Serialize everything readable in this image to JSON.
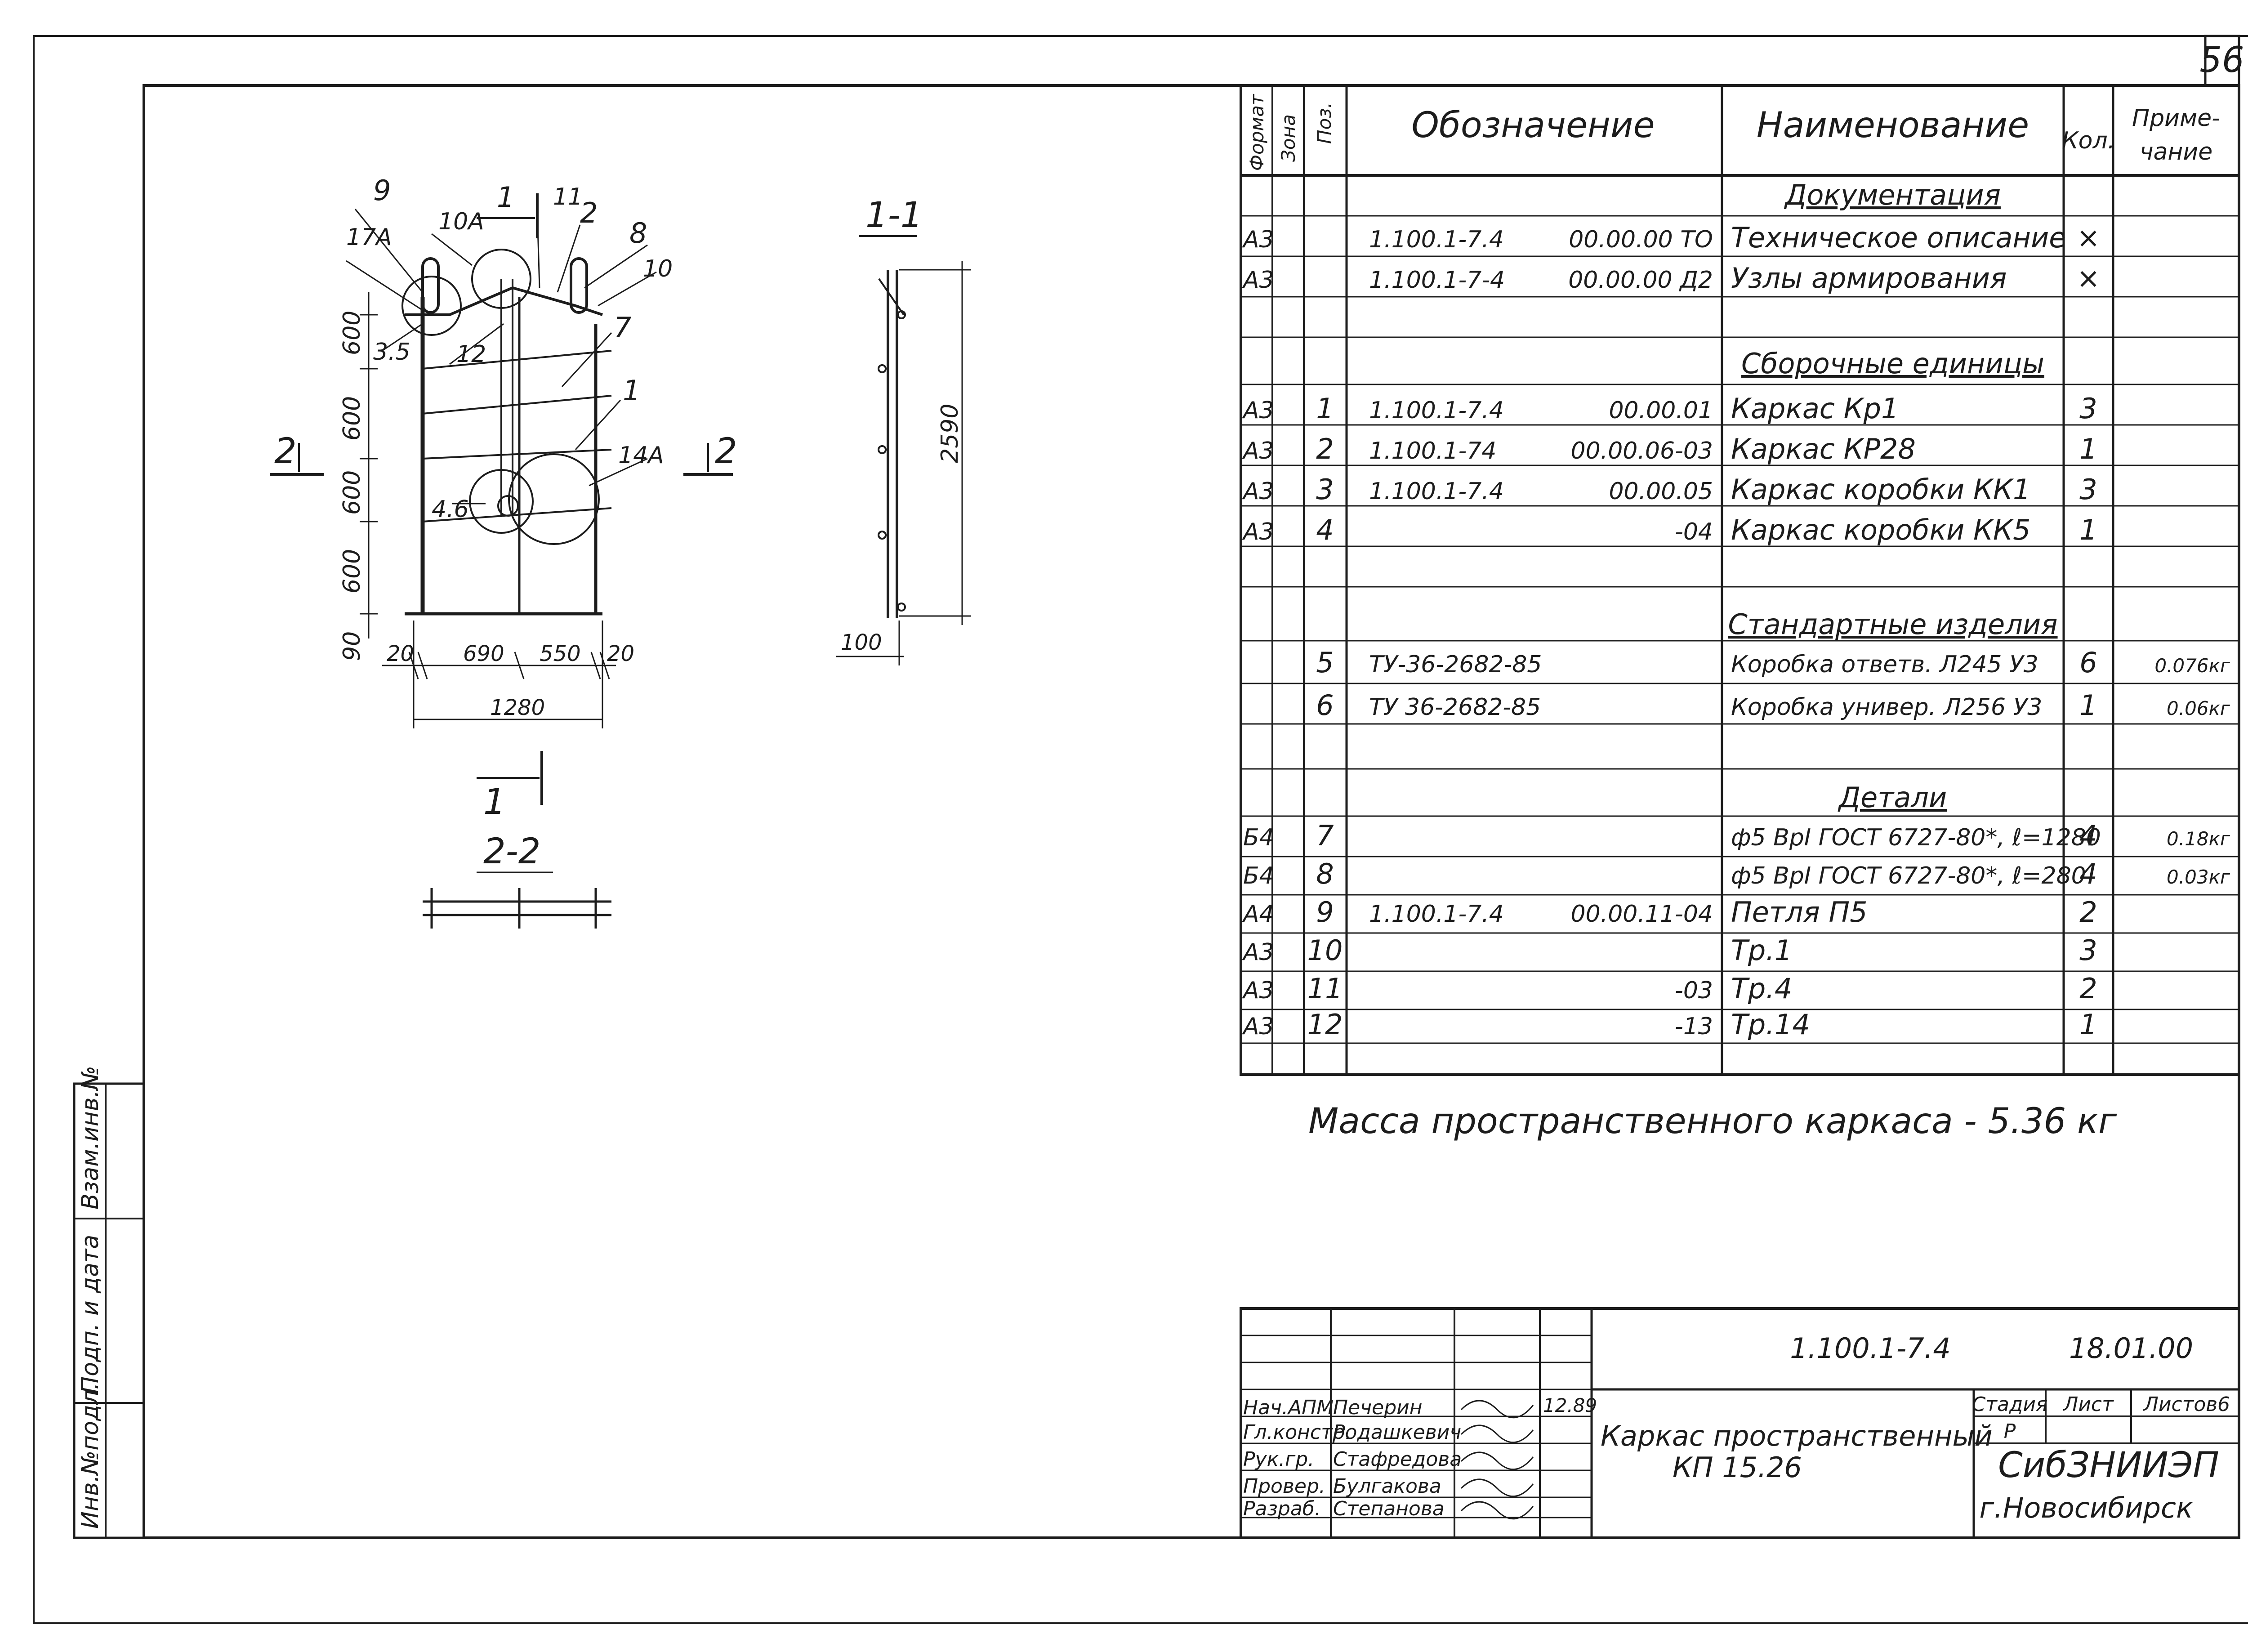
{
  "sheet_number": "56",
  "spec": {
    "headers": {
      "format": "Формат",
      "zone": "Зона",
      "pos": "Поз.",
      "designation": "Обозначение",
      "name": "Наименование",
      "qty": "Кол.",
      "note_line1": "Приме-",
      "note_line2": "чание"
    },
    "sections": {
      "docs": "Документация",
      "assemblies": "Сборочные единицы",
      "standard": "Стандартные изделия",
      "details": "Детали"
    },
    "rows": [
      {
        "format": "А3",
        "pos": "",
        "des": "1.100.1-7.4",
        "code": "00.00.00 ТО",
        "name": "Техническое описание",
        "qty": "×",
        "note": ""
      },
      {
        "format": "А3",
        "pos": "",
        "des": "1.100.1-7-4",
        "code": "00.00.00 Д2",
        "name": "Узлы армирования",
        "qty": "×",
        "note": ""
      },
      {
        "format": "А3",
        "pos": "1",
        "des": "1.100.1-7.4",
        "code": "00.00.01",
        "name": "Каркас Кр1",
        "qty": "3",
        "note": ""
      },
      {
        "format": "А3",
        "pos": "2",
        "des": "1.100.1-74",
        "code": "00.00.06-03",
        "name": "Каркас КР28",
        "qty": "1",
        "note": ""
      },
      {
        "format": "А3",
        "pos": "3",
        "des": "1.100.1-7.4",
        "code": "00.00.05",
        "name": "Каркас коробки КК1",
        "qty": "3",
        "note": ""
      },
      {
        "format": "А3",
        "pos": "4",
        "des": "",
        "code": "-04",
        "name": "Каркас коробки КК5",
        "qty": "1",
        "note": ""
      },
      {
        "format": "",
        "pos": "5",
        "des": "ТУ-36-2682-85",
        "code": "",
        "name": "Коробка ответв. Л245 У3",
        "qty": "6",
        "note": "0.076кг"
      },
      {
        "format": "",
        "pos": "6",
        "des": "ТУ 36-2682-85",
        "code": "",
        "name": "Коробка универ. Л256 У3",
        "qty": "1",
        "note": "0.06кг"
      },
      {
        "format": "Б4",
        "pos": "7",
        "des": "",
        "code": "",
        "name": "ф5 ВрI ГОСТ 6727-80*, ℓ=1280",
        "qty": "4",
        "note": "0.18кг"
      },
      {
        "format": "Б4",
        "pos": "8",
        "des": "",
        "code": "",
        "name": "ф5 ВрI ГОСТ 6727-80*, ℓ=280",
        "qty": "4",
        "note": "0.03кг"
      },
      {
        "format": "А4",
        "pos": "9",
        "des": "1.100.1-7.4",
        "code": "00.00.11-04",
        "name": "Петля П5",
        "qty": "2",
        "note": ""
      },
      {
        "format": "А3",
        "pos": "10",
        "des": "",
        "code": "",
        "name": "Тр.1",
        "qty": "3",
        "note": ""
      },
      {
        "format": "А3",
        "pos": "11",
        "des": "",
        "code": "-03",
        "name": "Тр.4",
        "qty": "2",
        "note": ""
      },
      {
        "format": "А3",
        "pos": "12",
        "des": "",
        "code": "-13",
        "name": "Тр.14",
        "qty": "1",
        "note": ""
      }
    ]
  },
  "mass_note": "Масса пространственного каркаса - 5.36 кг",
  "drawing": {
    "callouts": [
      "9",
      "17А",
      "10А",
      "1",
      "11",
      "2",
      "8",
      "10",
      "3.5",
      "12",
      "7",
      "1",
      "14А",
      "4.6"
    ],
    "section_labels": {
      "s11": "1-1",
      "s22": "2-2",
      "cut2_left": "2",
      "cut2_right": "2",
      "cut1": "1",
      "cut1_top": "1"
    },
    "dims_vertical": [
      "600",
      "600",
      "600",
      "600",
      "90"
    ],
    "dims_horizontal": [
      "20",
      "690",
      "550",
      "20"
    ],
    "overall_width": "1280",
    "height_1_1": "2590",
    "dim_100": "100"
  },
  "side_stamp": [
    "Инв.№подл.",
    "Подп. и дата",
    "Взам.инв.№"
  ],
  "title_block": {
    "doc_code": "1.100.1-7.4",
    "doc_date": "18.01.00",
    "title_line1": "Каркас пространственный",
    "title_line2": "КП 15.26",
    "stage_header": "Стадия",
    "sheet_header": "Лист",
    "sheets_header": "Листов",
    "sheets_value": "6",
    "stage_value": "Р",
    "org": "СибЗНИИЭП",
    "city": "г.Новосибирск",
    "date_signed": "12.89",
    "signers": [
      {
        "role": "Нач.АПМ",
        "name": "Печерин"
      },
      {
        "role": "Гл.констр.",
        "name": "Родашкевич"
      },
      {
        "role": "Рук.гр.",
        "name": "Стафредова"
      },
      {
        "role": "Провер.",
        "name": "Булгакова"
      },
      {
        "role": "Разраб.",
        "name": "Степанова"
      }
    ]
  }
}
